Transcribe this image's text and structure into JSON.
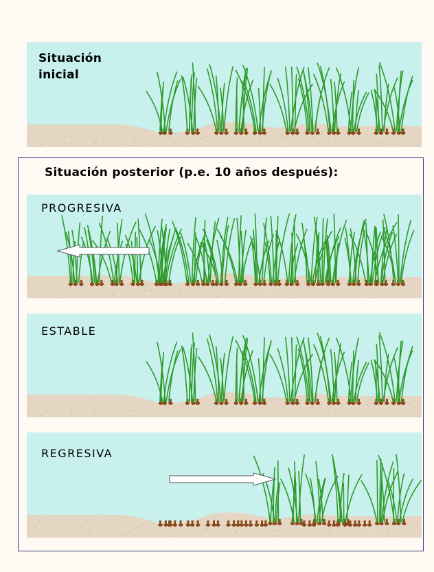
{
  "initial": {
    "label": "Situación\ninicial"
  },
  "posterior": {
    "title": "Situación posterior (p.e. 10 años después):"
  },
  "scenarios": [
    {
      "id": "progresiva",
      "label": "PROGRESIVA",
      "arrow": "left"
    },
    {
      "id": "estable",
      "label": "ESTABLE",
      "arrow": "none"
    },
    {
      "id": "regresiva",
      "label": "REGRESIVA",
      "arrow": "right"
    }
  ],
  "colors": {
    "water": "#C8F1EE",
    "sand": "#E4D6C3",
    "grass": "#2E9A2A",
    "roots": "#8B4A1C",
    "frame": "#2F3F7A",
    "arrow_fill": "#FFFFFF"
  }
}
